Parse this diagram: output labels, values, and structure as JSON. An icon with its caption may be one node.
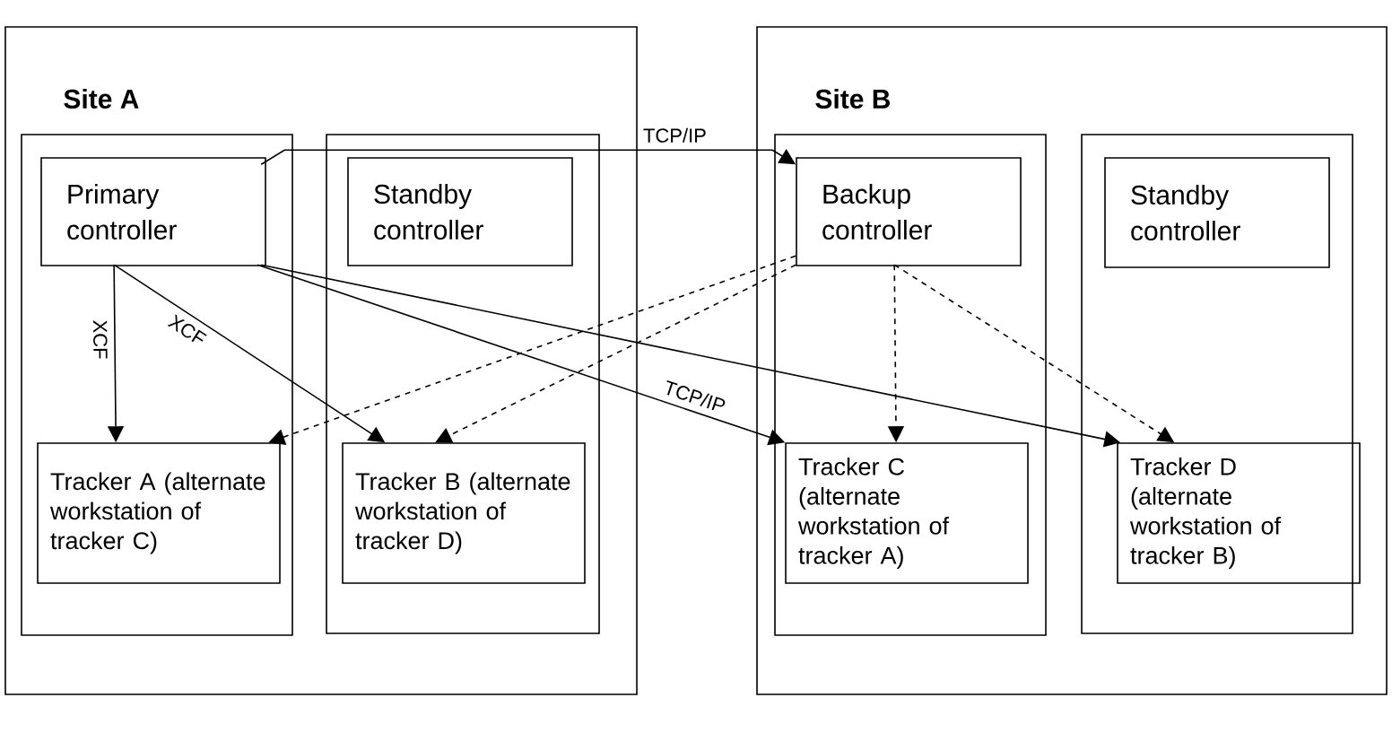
{
  "diagram": {
    "nodes": [
      {
        "text": [
          "Site A"
        ]
      },
      {
        "text": [],
        "shape": "box",
        "in": 0
      },
      {
        "text": [
          "Primary controller"
        ],
        "in": 1
      },
      {
        "text": [
          "Tracker A (alternate workstation of tracker C)"
        ],
        "in": 1
      },
      {
        "text": [],
        "shape": "box",
        "in": 0
      },
      {
        "text": [
          "Standby controller"
        ],
        "in": 4
      },
      {
        "text": [
          "Tracker B (alternate workstation of tracker D)"
        ],
        "in": 4
      },
      {
        "text": [
          "Site B"
        ]
      },
      {
        "text": [],
        "shape": "box",
        "in": 7
      },
      {
        "text": [
          "Backup controller"
        ],
        "in": 8
      },
      {
        "text": [
          "Tracker C (alternate workstation of tracker A)"
        ],
        "in": 8
      },
      {
        "text": [],
        "shape": "box",
        "in": 7
      },
      {
        "text": [
          "Standby controller"
        ],
        "in": 11
      },
      {
        "text": [
          "Tracker D (alternate workstation of tracker B)"
        ],
        "in": 11
      }
    ],
    "edges": [
      {
        "from": 2,
        "to": 9,
        "arrow": "to",
        "label": "TCP/IP"
      },
      {
        "from": 2,
        "to": 3,
        "arrow": "to",
        "label": "XCF"
      },
      {
        "from": 2,
        "to": 6,
        "arrow": "to",
        "label": "XCF"
      },
      {
        "from": 2,
        "to": 10,
        "arrow": "to",
        "label": "TCP/IP"
      },
      {
        "from": 2,
        "to": 13,
        "arrow": "to"
      },
      {
        "from": 9,
        "to": 3,
        "arrow": "to",
        "style": "dashed"
      },
      {
        "from": 9,
        "to": 6,
        "arrow": "to",
        "style": "dashed"
      },
      {
        "from": 9,
        "to": 10,
        "arrow": "to",
        "style": "dashed"
      },
      {
        "from": 9,
        "to": 13,
        "arrow": "to",
        "style": "dashed"
      }
    ]
  }
}
